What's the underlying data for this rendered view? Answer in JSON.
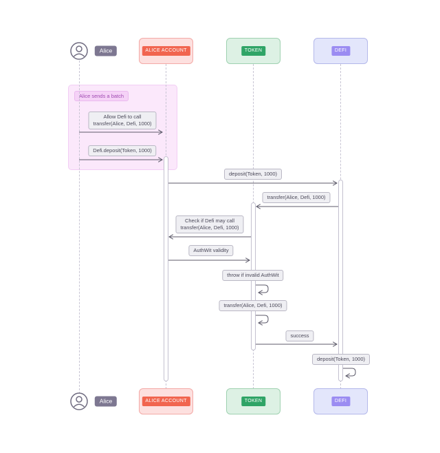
{
  "participants": [
    {
      "id": "alice",
      "label": "Alice",
      "kind": "user"
    },
    {
      "id": "account",
      "label": "ALICE ACCOUNT",
      "kind": "box",
      "fill": "#fde0df",
      "border": "#f3a9a6",
      "chip": "#f1654f"
    },
    {
      "id": "token",
      "label": "TOKEN",
      "kind": "box",
      "fill": "#ddf1e4",
      "border": "#9fd1b0",
      "chip": "#2fa466"
    },
    {
      "id": "defi",
      "label": "DEFI",
      "kind": "box",
      "fill": "#e3e6fb",
      "border": "#b3b7ea",
      "chip": "#9b8cf2"
    }
  ],
  "batch": {
    "label": "Alice sends a batch"
  },
  "messages": [
    {
      "from": "alice",
      "to": "account",
      "label": "Allow Defi to call\ntransfer(Alice, Defi, 1000)"
    },
    {
      "from": "alice",
      "to": "account",
      "label": "Defi.deposit(Token, 1000)"
    },
    {
      "from": "account",
      "to": "defi",
      "label": "deposit(Token, 1000)"
    },
    {
      "from": "defi",
      "to": "token",
      "label": "transfer(Alice, Defi, 1000)"
    },
    {
      "from": "token",
      "to": "account",
      "label": "Check if Defi may call\ntransfer(Alice, Defi, 1000)"
    },
    {
      "from": "account",
      "to": "token",
      "label": "AuthWit validity"
    },
    {
      "from": "token",
      "to": "token",
      "label": "throw if invalid AuthWit"
    },
    {
      "from": "token",
      "to": "token",
      "label": "transfer(Alice, Defi, 1000)"
    },
    {
      "from": "token",
      "to": "defi",
      "label": "success"
    },
    {
      "from": "defi",
      "to": "defi",
      "label": "deposit(Token, 1000)"
    }
  ],
  "colors": {
    "arrow": "#5c5a6a",
    "lifeline": "#c7c4d3",
    "batch_fill": "#fbe8fb"
  },
  "icons": {
    "user": "user-icon"
  }
}
